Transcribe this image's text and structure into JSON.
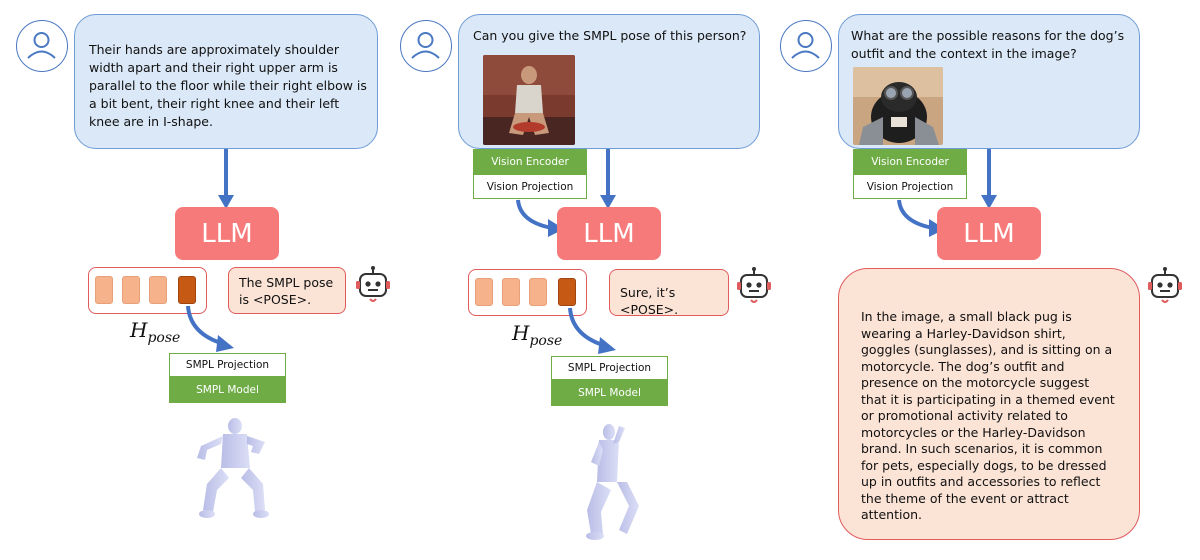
{
  "colors": {
    "question_fill": "#dbe8f7",
    "question_border": "#6f9bd6",
    "llm": "#f77a7a",
    "vision": "#6fac46",
    "answer_fill": "#fbe3d6",
    "answer_border": "#e05c5c",
    "arrow": "#4472c4",
    "token_light": "#f6b28b",
    "token_dark": "#c65a14"
  },
  "panel1": {
    "question": "Their hands are approximately shoulder width apart and their right upper arm is parallel to the floor while their right elbow is a bit bent, their right knee and their left knee are in I-shape.",
    "llm": "LLM",
    "answer": "The SMPL pose is <POSE>.",
    "hpose_main": "H",
    "hpose_sub": "pose",
    "smpl_projection": "SMPL Projection",
    "smpl_model": "SMPL Model"
  },
  "panel2": {
    "question": "Can you give the SMPL pose of this person?",
    "vision_encoder": "Vision Encoder",
    "vision_projection": "Vision Projection",
    "llm": "LLM",
    "answer": "Sure, it’s <POSE>.",
    "hpose_main": "H",
    "hpose_sub": "pose",
    "smpl_projection": "SMPL Projection",
    "smpl_model": "SMPL Model"
  },
  "panel3": {
    "question": "What are the possible reasons for the dog’s outfit and the context in the image?",
    "vision_encoder": "Vision Encoder",
    "vision_projection": "Vision Projection",
    "llm": "LLM",
    "answer": "In the image, a small black pug is wearing a Harley-Davidson shirt, goggles (sunglasses), and is sitting on a motorcycle. The dog’s outfit and presence on the motorcycle suggest that it is participating in a themed event or promotional activity related to motorcycles or the Harley-Davidson brand. In such scenarios, it is common for pets, especially dogs, to be dressed up in outfits and accessories to reflect the theme of the event or attract attention."
  },
  "icons": {
    "user": "user-avatar-icon",
    "robot": "robot-icon",
    "human_mesh": "smpl-mesh-figure"
  }
}
